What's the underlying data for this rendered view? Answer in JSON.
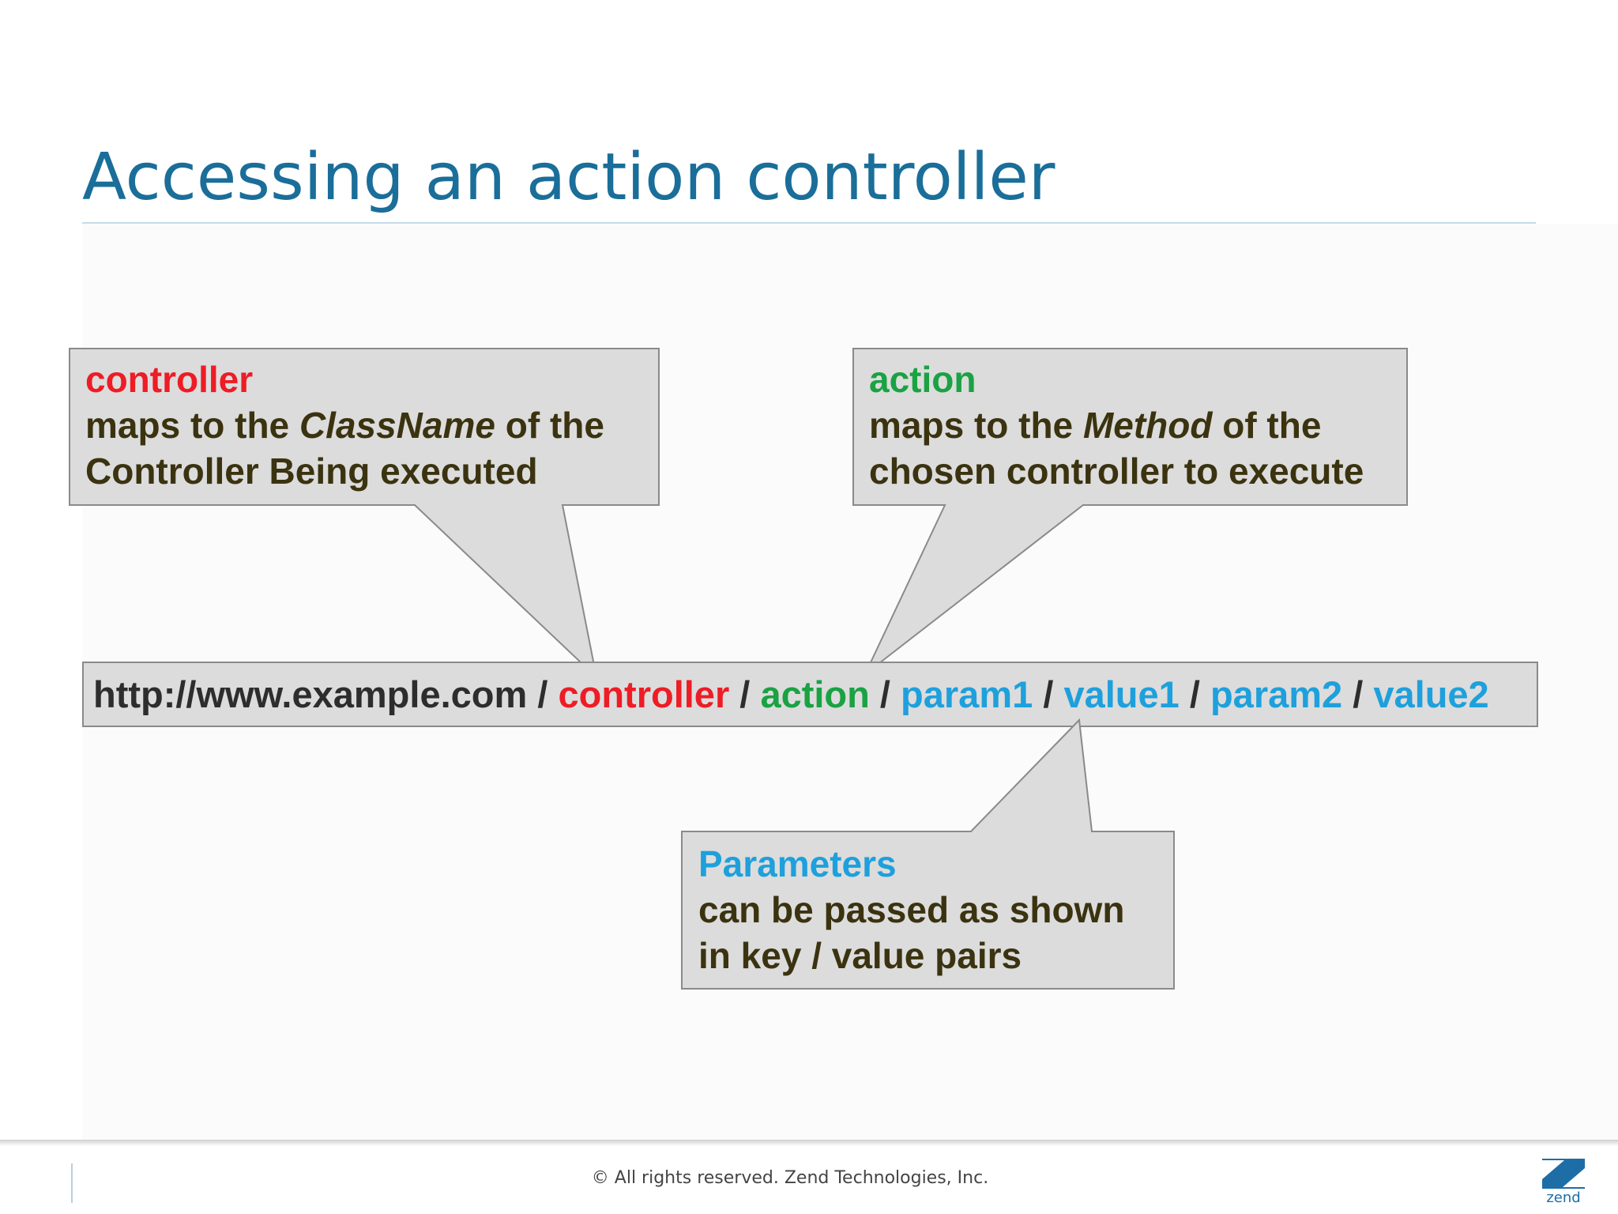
{
  "slide": {
    "title": "Accessing an action controller"
  },
  "callouts": {
    "controller": {
      "keyword": "controller",
      "line1_pre": "maps to the ",
      "line1_em": "ClassName",
      "line1_post": " of the",
      "line2": "Controller Being executed"
    },
    "action": {
      "keyword": "action",
      "line1_pre": "maps to the ",
      "line1_em": "Method",
      "line1_post": " of the",
      "line2": "chosen controller to execute"
    },
    "parameters": {
      "keyword": "Parameters",
      "line1": "can be passed as shown",
      "line2": "in key / value pairs"
    }
  },
  "url": {
    "base": "http://www.example.com",
    "sep": " / ",
    "controller": "controller",
    "action": "action",
    "param1": "param1",
    "value1": "value1",
    "param2": "param2",
    "value2": "value2"
  },
  "footer": {
    "copyright": "© All rights reserved. Zend Technologies, Inc.",
    "logo_text": "zend"
  },
  "colors": {
    "title": "#1a6e99",
    "controller": "#ee1c25",
    "action": "#1aa243",
    "params": "#1ea0dc",
    "body_text": "#3b3310",
    "callout_fill": "#dcdcdc",
    "callout_stroke": "#8a8a8a"
  },
  "icons": {
    "logo": "zend-logo"
  }
}
